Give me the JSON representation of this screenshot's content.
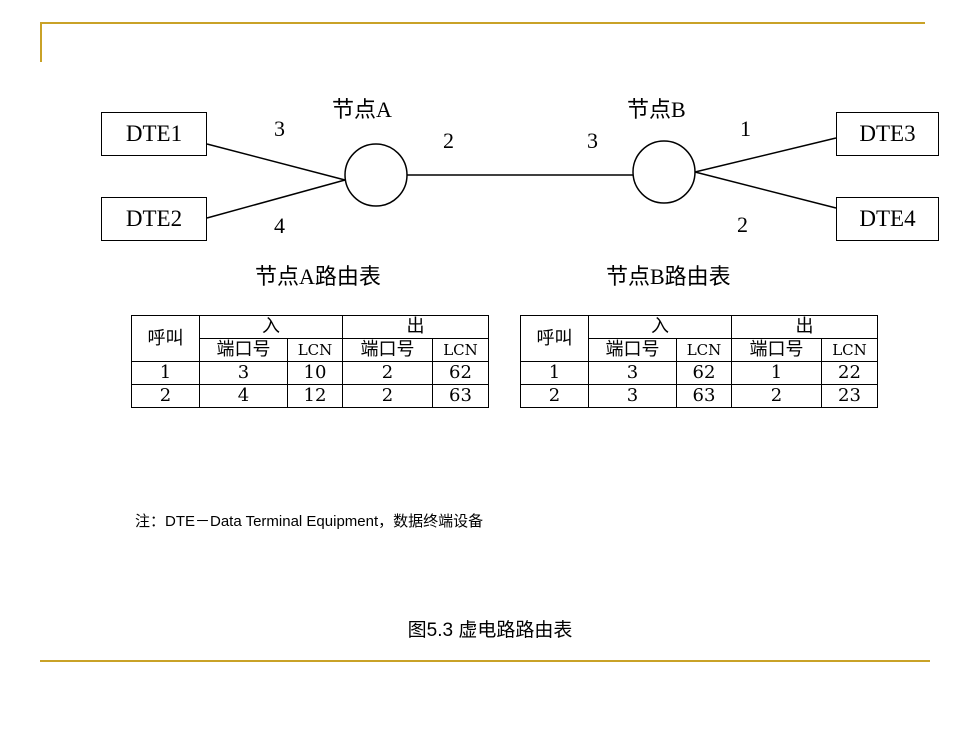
{
  "diagram": {
    "dte1": "DTE1",
    "dte2": "DTE2",
    "dte3": "DTE3",
    "dte4": "DTE4",
    "node_a": "节点A",
    "node_b": "节点B",
    "ports": {
      "a_dte1": "3",
      "a_dte2": "4",
      "a_link": "2",
      "b_link": "3",
      "b_dte3": "1",
      "b_dte4": "2"
    }
  },
  "table_a": {
    "title": "节点A路由表",
    "col_call": "呼叫",
    "col_in": "入",
    "col_out": "出",
    "col_port": "端口号",
    "col_lcn": "LCN",
    "rows": [
      [
        "1",
        "3",
        "10",
        "2",
        "62"
      ],
      [
        "2",
        "4",
        "12",
        "2",
        "63"
      ]
    ]
  },
  "table_b": {
    "title": "节点B路由表",
    "col_call": "呼叫",
    "col_in": "入",
    "col_out": "出",
    "col_port": "端口号",
    "col_lcn": "LCN",
    "rows": [
      [
        "1",
        "3",
        "62",
        "1",
        "22"
      ],
      [
        "2",
        "3",
        "63",
        "2",
        "23"
      ]
    ]
  },
  "note": "注：DTE－Data Terminal Equipment，数据终端设备",
  "caption": "图5.3  虚电路路由表",
  "colors": {
    "accent_line": "#c9a227"
  }
}
